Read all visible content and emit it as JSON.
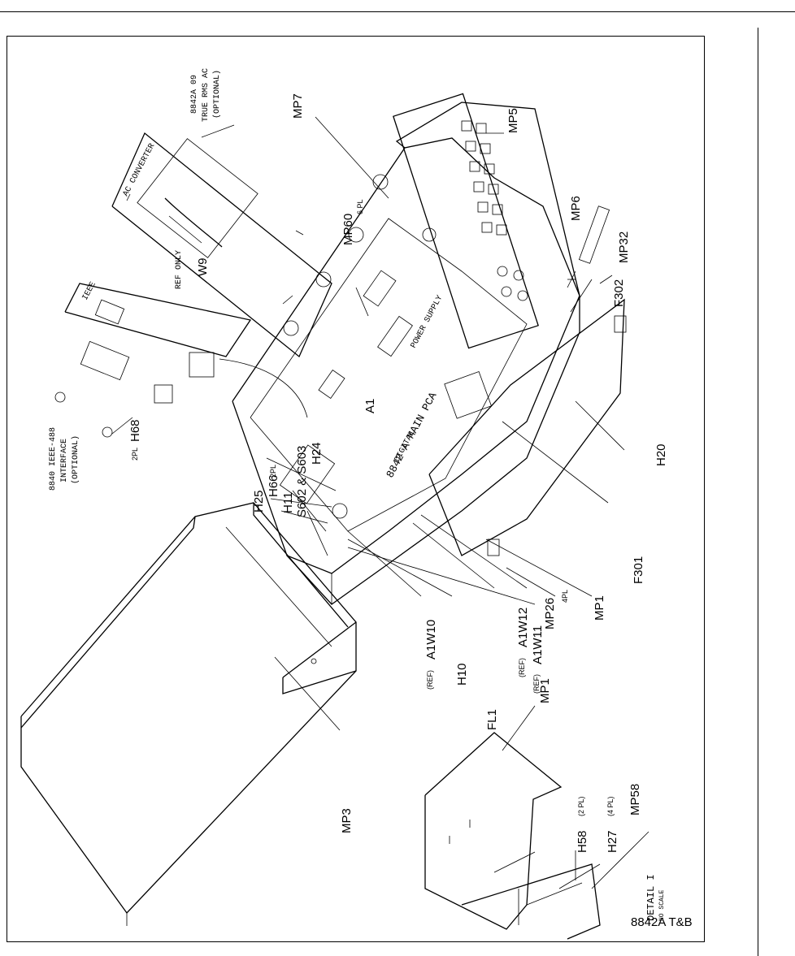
{
  "labels": [
    {
      "id": "mp7",
      "text": "MP7"
    },
    {
      "id": "mp5",
      "text": "MP5"
    },
    {
      "id": "mp60",
      "text": "MP60"
    },
    {
      "id": "mp60_qty",
      "text": "6 PL"
    },
    {
      "id": "mp6",
      "text": "MP6"
    },
    {
      "id": "mp32",
      "text": "MP32"
    },
    {
      "id": "f302",
      "text": "F302"
    },
    {
      "id": "w9",
      "text": "W9"
    },
    {
      "id": "a1",
      "text": "A1"
    },
    {
      "id": "h20",
      "text": "H20"
    },
    {
      "id": "f301",
      "text": "F301"
    },
    {
      "id": "mp1_main",
      "text": "MP1"
    },
    {
      "id": "mp26",
      "text": "MP26"
    },
    {
      "id": "mp26_qty",
      "text": "4PL"
    },
    {
      "id": "h68",
      "text": "H68"
    },
    {
      "id": "h68_qty",
      "text": "2PL"
    },
    {
      "id": "h25",
      "text": "H25"
    },
    {
      "id": "h66",
      "text": "H66"
    },
    {
      "id": "h66_qty",
      "text": "2PL"
    },
    {
      "id": "h11",
      "text": "H11"
    },
    {
      "id": "s602",
      "text": "S602 & S603"
    },
    {
      "id": "h24",
      "text": "H24"
    },
    {
      "id": "a1w10",
      "text": "A1W10"
    },
    {
      "id": "a1w10_ref",
      "text": "(REF)"
    },
    {
      "id": "h10",
      "text": "H10"
    },
    {
      "id": "fl1",
      "text": "FL1"
    },
    {
      "id": "a1w12",
      "text": "A1W12"
    },
    {
      "id": "a1w12_ref",
      "text": "(REF)"
    },
    {
      "id": "a1w11",
      "text": "A1W11"
    },
    {
      "id": "a1w11_ref",
      "text": "(REF)"
    },
    {
      "id": "mp3",
      "text": "MP3"
    },
    {
      "id": "mp1_detail",
      "text": "MP1"
    },
    {
      "id": "h58",
      "text": "H58"
    },
    {
      "id": "h58_qty",
      "text": "(2 PL)"
    },
    {
      "id": "h27",
      "text": "H27"
    },
    {
      "id": "h27_qty",
      "text": "(4 PL)"
    },
    {
      "id": "mp58",
      "text": "MP58"
    }
  ],
  "handwritten": {
    "true_rms_line1": "8842A 09",
    "true_rms_line2": "TRUE RMS AC",
    "true_rms_line3": "(OPTIONAL)",
    "ac_converter": "AC CONVERTER",
    "ieee": "IEEE",
    "ref_only": "REF ONLY",
    "ieee_interface_line1": "8840 IEEE-488",
    "ieee_interface_line2": "INTERFACE",
    "ieee_interface_line3": "(OPTIONAL)",
    "main_pca": "8842 A  MAIN  PCA",
    "power_supply": "POWER SUPPLY",
    "digital": "DIGITAL",
    "detail_line1": "DETAIL I",
    "detail_line2": "NO SCALE"
  },
  "caption": "8842A T&B"
}
